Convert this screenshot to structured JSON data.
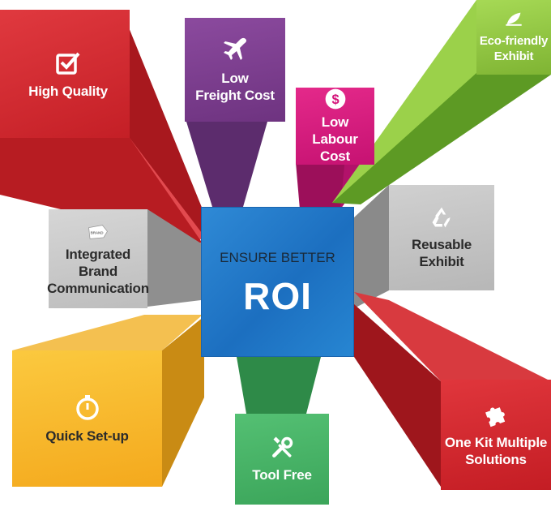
{
  "center": {
    "subtitle": "ENSURE BETTER",
    "title": "ROI"
  },
  "colors": {
    "red": "#cc2229",
    "purple": "#7b3f8c",
    "magenta": "#d4157a",
    "green": "#86bd3a",
    "gray": "#bfbfbf",
    "blue": "#2f8ad6",
    "orange": "#f6b52d",
    "teal": "#46b564"
  },
  "benefits": [
    {
      "id": "high-quality",
      "label": "High Quality",
      "icon": "checkbox-icon"
    },
    {
      "id": "freight",
      "label": "Low\nFreight Cost",
      "icon": "airplane-icon"
    },
    {
      "id": "labour",
      "label": "Low\nLabour Cost",
      "icon": "dollar-icon"
    },
    {
      "id": "eco",
      "label": "Eco-friendly\nExhibit",
      "icon": "leaf-icon"
    },
    {
      "id": "brand",
      "label": "Integrated\nBrand\nCommunication",
      "icon": "brand-tag-icon"
    },
    {
      "id": "reusable",
      "label": "Reusable\nExhibit",
      "icon": "recycle-icon"
    },
    {
      "id": "quick",
      "label": "Quick Set-up",
      "icon": "stopwatch-icon"
    },
    {
      "id": "tool",
      "label": "Tool Free",
      "icon": "tools-icon"
    },
    {
      "id": "kit",
      "label": "One Kit Multiple\nSolutions",
      "icon": "puzzle-icon"
    }
  ],
  "brand_tag_text": "BRAND"
}
